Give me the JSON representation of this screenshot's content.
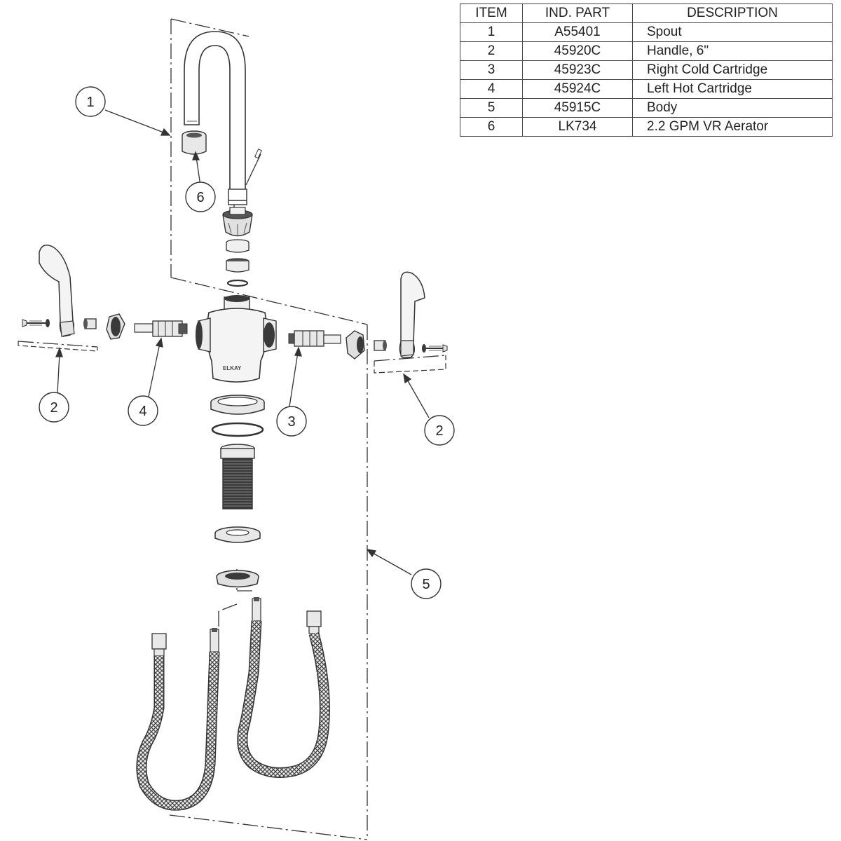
{
  "parts_table": {
    "headers": [
      "ITEM",
      "IND. PART",
      "DESCRIPTION"
    ],
    "rows": [
      {
        "item": "1",
        "part": "A55401",
        "description": "Spout"
      },
      {
        "item": "2",
        "part": "45920C",
        "description": "Handle, 6\""
      },
      {
        "item": "3",
        "part": "45923C",
        "description": "Right Cold Cartridge"
      },
      {
        "item": "4",
        "part": "45924C",
        "description": "Left Hot Cartridge"
      },
      {
        "item": "5",
        "part": "45915C",
        "description": "Body"
      },
      {
        "item": "6",
        "part": "LK734",
        "description": "2.2 GPM VR Aerator"
      }
    ]
  },
  "callouts": {
    "spout": "1",
    "aerator": "6",
    "handle_left": "2",
    "hot_cartridge": "4",
    "cold_cartridge": "3",
    "handle_right": "2",
    "body": "5"
  },
  "body_brand_text": "ELKAY",
  "colors": {
    "line": "#333333",
    "part_fill": "#e6e6e6",
    "dark_part": "#3a3a3a",
    "braid": "#555555"
  }
}
